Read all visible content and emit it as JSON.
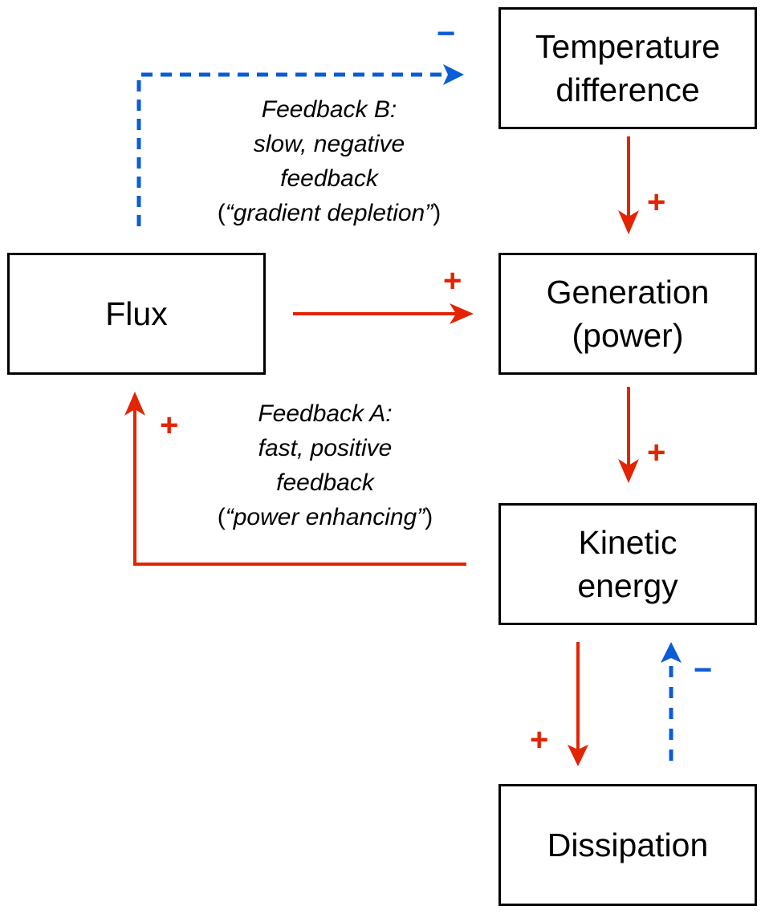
{
  "boxes": {
    "temperature": "Temperature\ndifference",
    "flux": "Flux",
    "generation": "Generation\n(power)",
    "kinetic": "Kinetic\nenergy",
    "dissipation": "Dissipation"
  },
  "feedback_b": {
    "line1": "Feedback B:",
    "line2": "slow, negative",
    "line3": "feedback",
    "open_paren": "(",
    "quote": "“gradient depletion”",
    "close_paren": ")"
  },
  "feedback_a": {
    "line1": "Feedback A:",
    "line2": "fast, positive",
    "line3": "feedback",
    "open_paren": "(",
    "quote": "“power enhancing”",
    "close_paren": ")"
  },
  "signs": {
    "plus": "+",
    "minus": "−"
  },
  "colors": {
    "positive": "#e32400",
    "negative": "#0b5cd6"
  }
}
